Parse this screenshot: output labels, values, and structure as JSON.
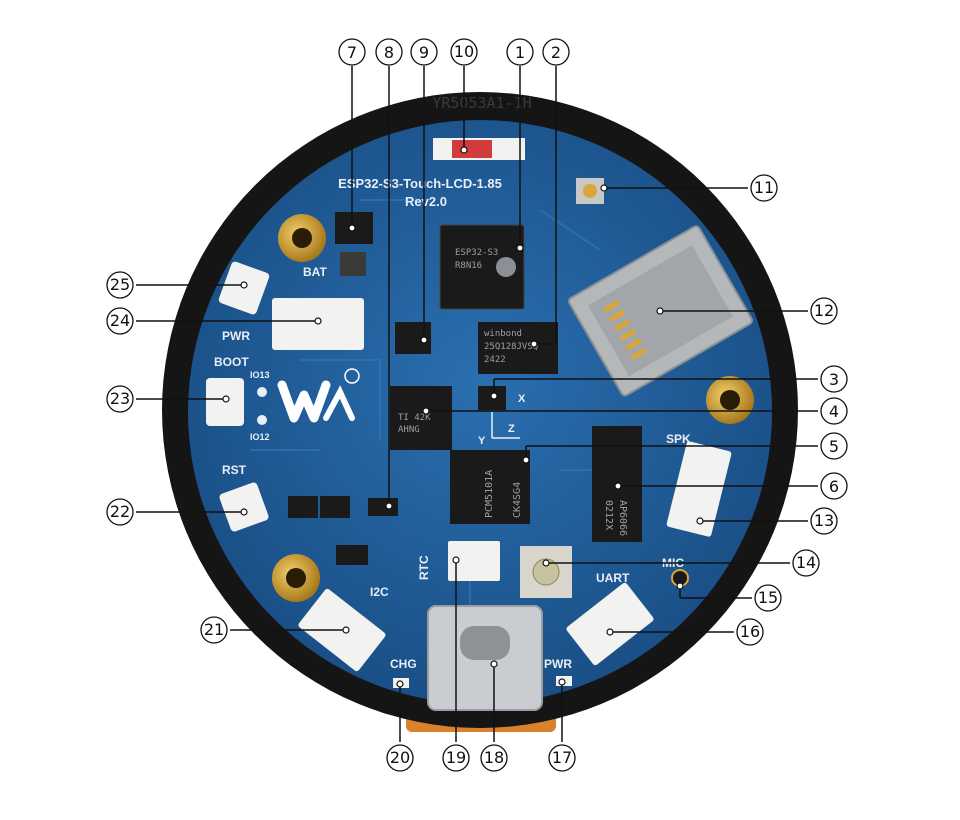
{
  "board": {
    "top_marking": "YR5053A1-1H",
    "model": "ESP32-S3-Touch-LCD-1.85",
    "revision": "Rev2.0",
    "silkscreen": {
      "bat": "BAT",
      "pwr_button": "PWR",
      "boot": "BOOT",
      "io13": "IO13",
      "io12": "IO12",
      "rst": "RST",
      "i2c": "I2C",
      "chg": "CHG",
      "rtc": "RTC",
      "uart": "UART",
      "mic": "MIC",
      "spk": "SPK",
      "pwr_led": "PWR",
      "axis_x": "X",
      "axis_y": "Y",
      "axis_z": "Z"
    },
    "chip_marks": {
      "esp32": [
        "ESP32-S3",
        "R8N16"
      ],
      "flash": [
        "winbond",
        "25Q128JVSQ",
        "2422"
      ],
      "audio_dac": [
        "PCM5101A",
        "CK4SG4"
      ],
      "amp": [
        "AP6066",
        "0212X"
      ],
      "io_expander": [
        "TI 42K",
        "AHNG"
      ]
    }
  },
  "callouts": [
    {
      "id": "c1",
      "num": "1"
    },
    {
      "id": "c2",
      "num": "2"
    },
    {
      "id": "c3",
      "num": "3"
    },
    {
      "id": "c4",
      "num": "4"
    },
    {
      "id": "c5",
      "num": "5"
    },
    {
      "id": "c6",
      "num": "6"
    },
    {
      "id": "c7",
      "num": "7"
    },
    {
      "id": "c8",
      "num": "8"
    },
    {
      "id": "c9",
      "num": "9"
    },
    {
      "id": "c10",
      "num": "10"
    },
    {
      "id": "c11",
      "num": "11"
    },
    {
      "id": "c12",
      "num": "12"
    },
    {
      "id": "c13",
      "num": "13"
    },
    {
      "id": "c14",
      "num": "14"
    },
    {
      "id": "c15",
      "num": "15"
    },
    {
      "id": "c16",
      "num": "16"
    },
    {
      "id": "c17",
      "num": "17"
    },
    {
      "id": "c18",
      "num": "18"
    },
    {
      "id": "c19",
      "num": "19"
    },
    {
      "id": "c20",
      "num": "20"
    },
    {
      "id": "c21",
      "num": "21"
    },
    {
      "id": "c22",
      "num": "22"
    },
    {
      "id": "c23",
      "num": "23"
    },
    {
      "id": "c24",
      "num": "24"
    },
    {
      "id": "c25",
      "num": "25"
    }
  ],
  "colors": {
    "pcb": "#1f5f9c",
    "bezel": "#151515",
    "gold": "#d8a63a",
    "chip": "#1a1a1a",
    "connector": "#f2f2f0",
    "usb": "#c9ccd0",
    "flex": "#d9822b"
  }
}
